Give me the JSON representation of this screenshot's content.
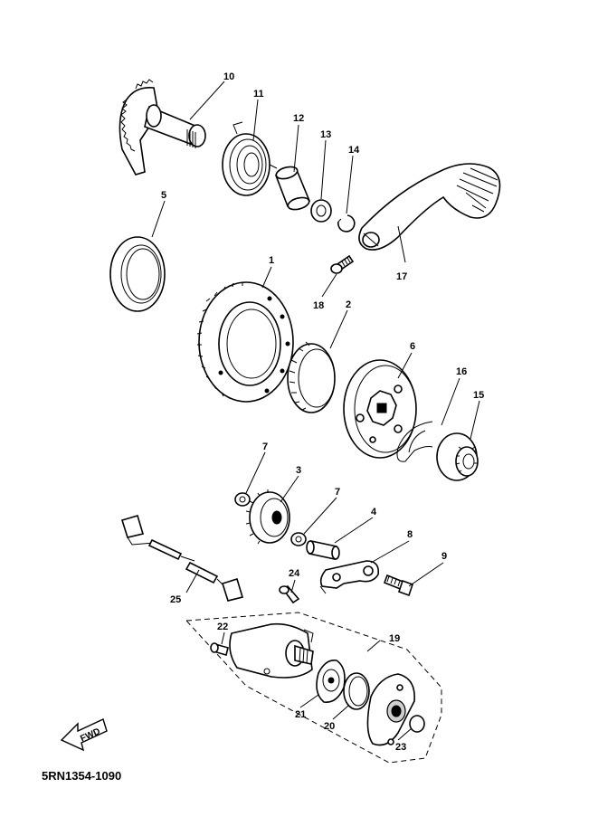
{
  "diagram": {
    "document_code": "5RN1354-1090",
    "direction_label": "FWD",
    "callouts": [
      "1",
      "2",
      "3",
      "4",
      "5",
      "6",
      "7",
      "7",
      "8",
      "9",
      "10",
      "11",
      "12",
      "13",
      "14",
      "15",
      "16",
      "17",
      "18",
      "19",
      "20",
      "21",
      "22",
      "23",
      "24",
      "25"
    ]
  }
}
